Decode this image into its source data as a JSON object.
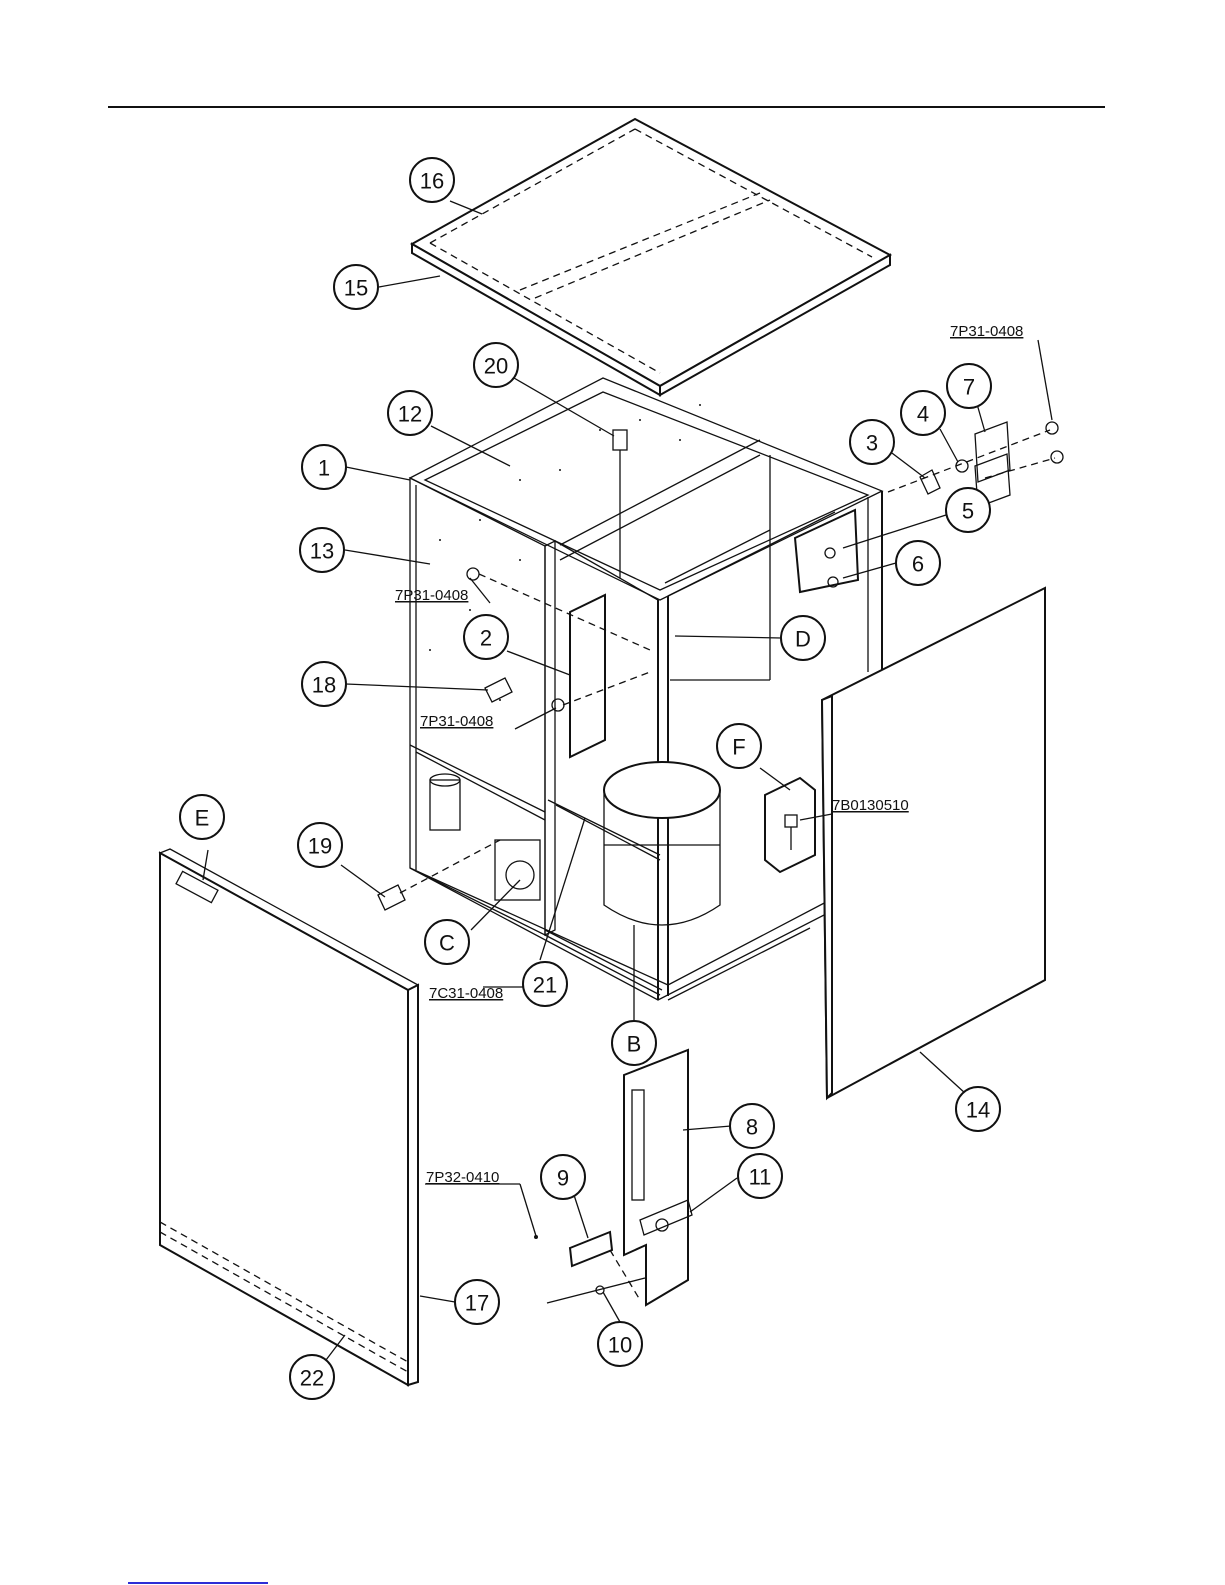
{
  "callouts": [
    {
      "id": "16",
      "label": "16"
    },
    {
      "id": "15",
      "label": "15"
    },
    {
      "id": "20",
      "label": "20"
    },
    {
      "id": "12",
      "label": "12"
    },
    {
      "id": "1",
      "label": "1"
    },
    {
      "id": "13",
      "label": "13"
    },
    {
      "id": "2",
      "label": "2"
    },
    {
      "id": "18",
      "label": "18"
    },
    {
      "id": "3",
      "label": "3"
    },
    {
      "id": "4",
      "label": "4"
    },
    {
      "id": "7",
      "label": "7"
    },
    {
      "id": "5",
      "label": "5"
    },
    {
      "id": "6",
      "label": "6"
    },
    {
      "id": "D",
      "label": "D"
    },
    {
      "id": "F",
      "label": "F"
    },
    {
      "id": "E",
      "label": "E"
    },
    {
      "id": "19",
      "label": "19"
    },
    {
      "id": "C",
      "label": "C"
    },
    {
      "id": "21",
      "label": "21"
    },
    {
      "id": "B",
      "label": "B"
    },
    {
      "id": "14",
      "label": "14"
    },
    {
      "id": "8",
      "label": "8"
    },
    {
      "id": "9",
      "label": "9"
    },
    {
      "id": "11",
      "label": "11"
    },
    {
      "id": "17",
      "label": "17"
    },
    {
      "id": "10",
      "label": "10"
    },
    {
      "id": "22",
      "label": "22"
    }
  ],
  "part_numbers": [
    {
      "id": "pn-top-right",
      "text": "7P31-0408"
    },
    {
      "id": "pn-left-upper",
      "text": "7P31-0408"
    },
    {
      "id": "pn-left-lower",
      "text": "7P31-0408"
    },
    {
      "id": "pn-bracket",
      "text": "7B0130510"
    },
    {
      "id": "pn-base",
      "text": "7C31-0408"
    },
    {
      "id": "pn-hinge",
      "text": "7P32-0410"
    }
  ]
}
